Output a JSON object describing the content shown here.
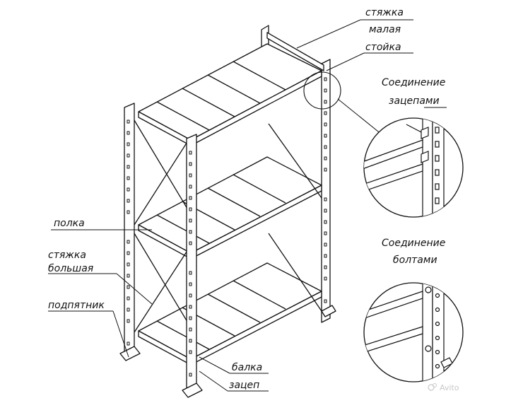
{
  "labels": {
    "styazhka_malaya_1": "стяжка",
    "styazhka_malaya_2": "малая",
    "stoyka": "стойка",
    "polka": "полка",
    "styazhka_bolshaya_1": "стяжка",
    "styazhka_bolshaya_2": "большая",
    "podpyatnik": "подпятник",
    "balka": "балка",
    "zatsep": "зацеп",
    "hook_title_1": "Соединение",
    "hook_title_2": "зацепами",
    "bolt_title_1": "Соединение",
    "bolt_title_2": "болтами"
  },
  "watermark": "Avito",
  "colors": {
    "ink": "#111111",
    "background": "#ffffff",
    "watermark": "#c8c8c8"
  }
}
